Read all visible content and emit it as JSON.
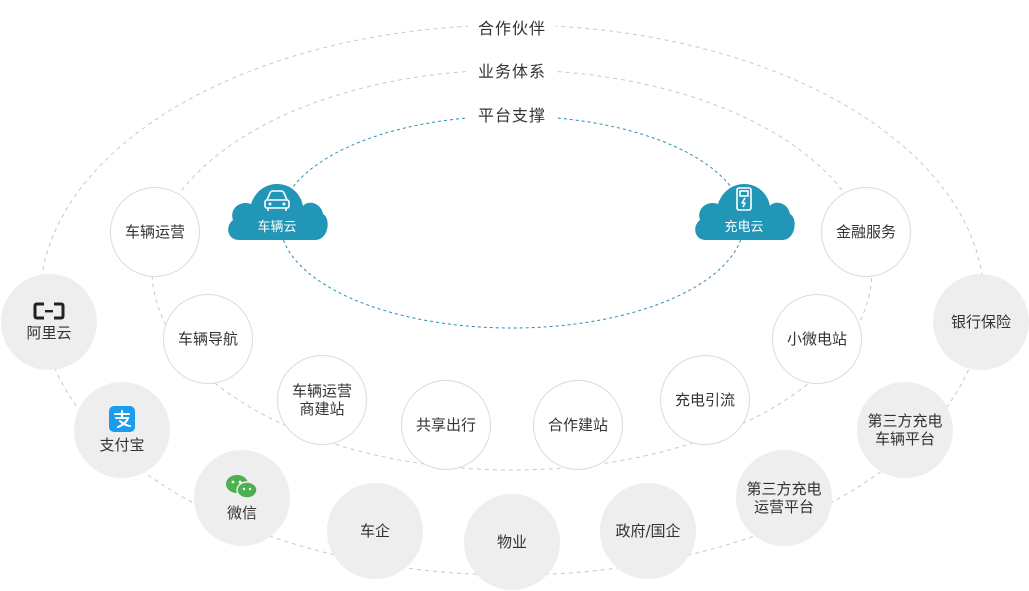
{
  "rings": {
    "outer_label": "合作伙伴",
    "middle_label": "业务体系",
    "inner_label": "平台支撑"
  },
  "clouds": {
    "left": {
      "label": "车辆云",
      "icon": "car-icon"
    },
    "right": {
      "label": "充电云",
      "icon": "charger-icon"
    }
  },
  "business_nodes": [
    {
      "key": "vehicle-operation",
      "label": "车辆运营"
    },
    {
      "key": "vehicle-navigation",
      "label": "车辆导航"
    },
    {
      "key": "vehicle-station",
      "label": "车辆运营\n商建站"
    },
    {
      "key": "shared-mobility",
      "label": "共享出行"
    },
    {
      "key": "cooperative-station",
      "label": "合作建站"
    },
    {
      "key": "charging-traffic",
      "label": "充电引流"
    },
    {
      "key": "micro-station",
      "label": "小微电站"
    },
    {
      "key": "financial-service",
      "label": "金融服务"
    }
  ],
  "partner_nodes": [
    {
      "key": "aliyun",
      "label": "阿里云",
      "icon": "aliyun-logo-icon"
    },
    {
      "key": "alipay",
      "label": "支付宝",
      "icon": "alipay-logo-icon"
    },
    {
      "key": "wechat",
      "label": "微信",
      "icon": "wechat-logo-icon"
    },
    {
      "key": "automaker",
      "label": "车企"
    },
    {
      "key": "property",
      "label": "物业"
    },
    {
      "key": "government",
      "label": "政府/国企"
    },
    {
      "key": "third-party-operator",
      "label": "第三方充电\n运营平台"
    },
    {
      "key": "third-party-vehicle",
      "label": "第三方充电\n车辆平台"
    },
    {
      "key": "bank-insurance",
      "label": "银行保险"
    }
  ],
  "colors": {
    "cloud": "#2196b6",
    "inner_ring": "#2a8fb0",
    "ring": "#c8c8c8",
    "alipay": "#1a9ded",
    "wechat": "#4caf50"
  }
}
